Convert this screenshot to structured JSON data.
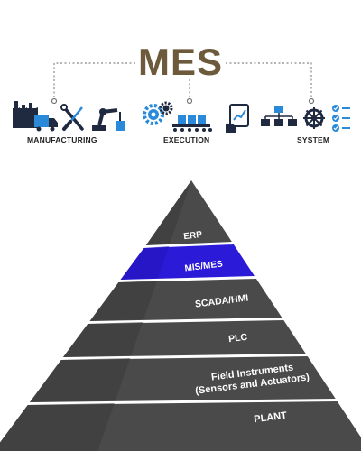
{
  "colors": {
    "title": "#6d5a3c",
    "icon_dark": "#1f2940",
    "icon_blue": "#2a8ad9",
    "pyramid_dark": "#3b3b3b",
    "pyramid_face": "#4a4a4a",
    "highlight": "#2b1bd8"
  },
  "header": {
    "title": "MES",
    "captions": [
      "MANUFACTURING",
      "EXECUTION",
      "SYSTEM"
    ],
    "icons": [
      "factory-icon",
      "delivery-truck-icon",
      "wrench-screwdriver-icon",
      "robotic-arm-icon",
      "gears-icon",
      "conveyor-icon",
      "report-chart-icon",
      "workflow-icon",
      "ships-wheel-icon",
      "checklist-icon"
    ]
  },
  "pyramid": {
    "highlighted": "MIS/MES",
    "tiers": [
      {
        "label": "ERP"
      },
      {
        "label": "MIS/MES"
      },
      {
        "label": "SCADA/HMI"
      },
      {
        "label": "PLC"
      },
      {
        "label": "Field Instruments",
        "label2": "(Sensors and Actuators)"
      },
      {
        "label": "PLANT"
      }
    ]
  }
}
